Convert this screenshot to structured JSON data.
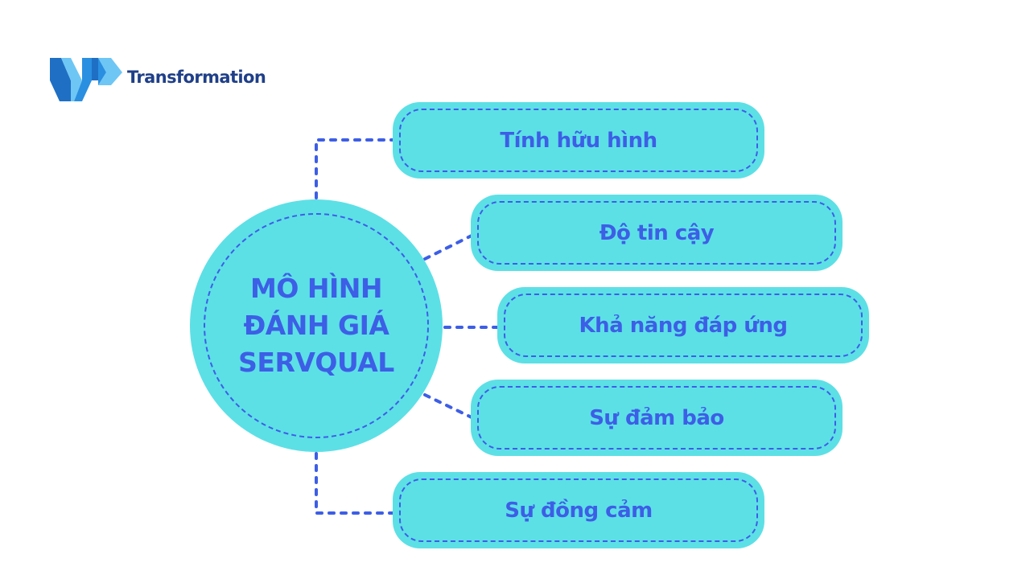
{
  "brand": {
    "name": "Transformation",
    "logo_icon": "mp-logo-icon",
    "colors": {
      "dark_blue": "#1f6fc4",
      "mid_blue": "#2a8fe0",
      "light_blue": "#6ec6f5",
      "text": "#1f3f88"
    }
  },
  "diagram": {
    "center": {
      "label": "MÔ HÌNH\nĐÁNH GIÁ\nSERVQUAL"
    },
    "nodes": [
      {
        "label": "Tính hữu hình"
      },
      {
        "label": "Độ tin cậy"
      },
      {
        "label": "Khả năng đáp ứng"
      },
      {
        "label": "Sự đảm bảo"
      },
      {
        "label": "Sự đồng cảm"
      }
    ],
    "colors": {
      "fill": "#5ce0e6",
      "accent": "#3d5ee6",
      "background": "#ffffff"
    }
  }
}
